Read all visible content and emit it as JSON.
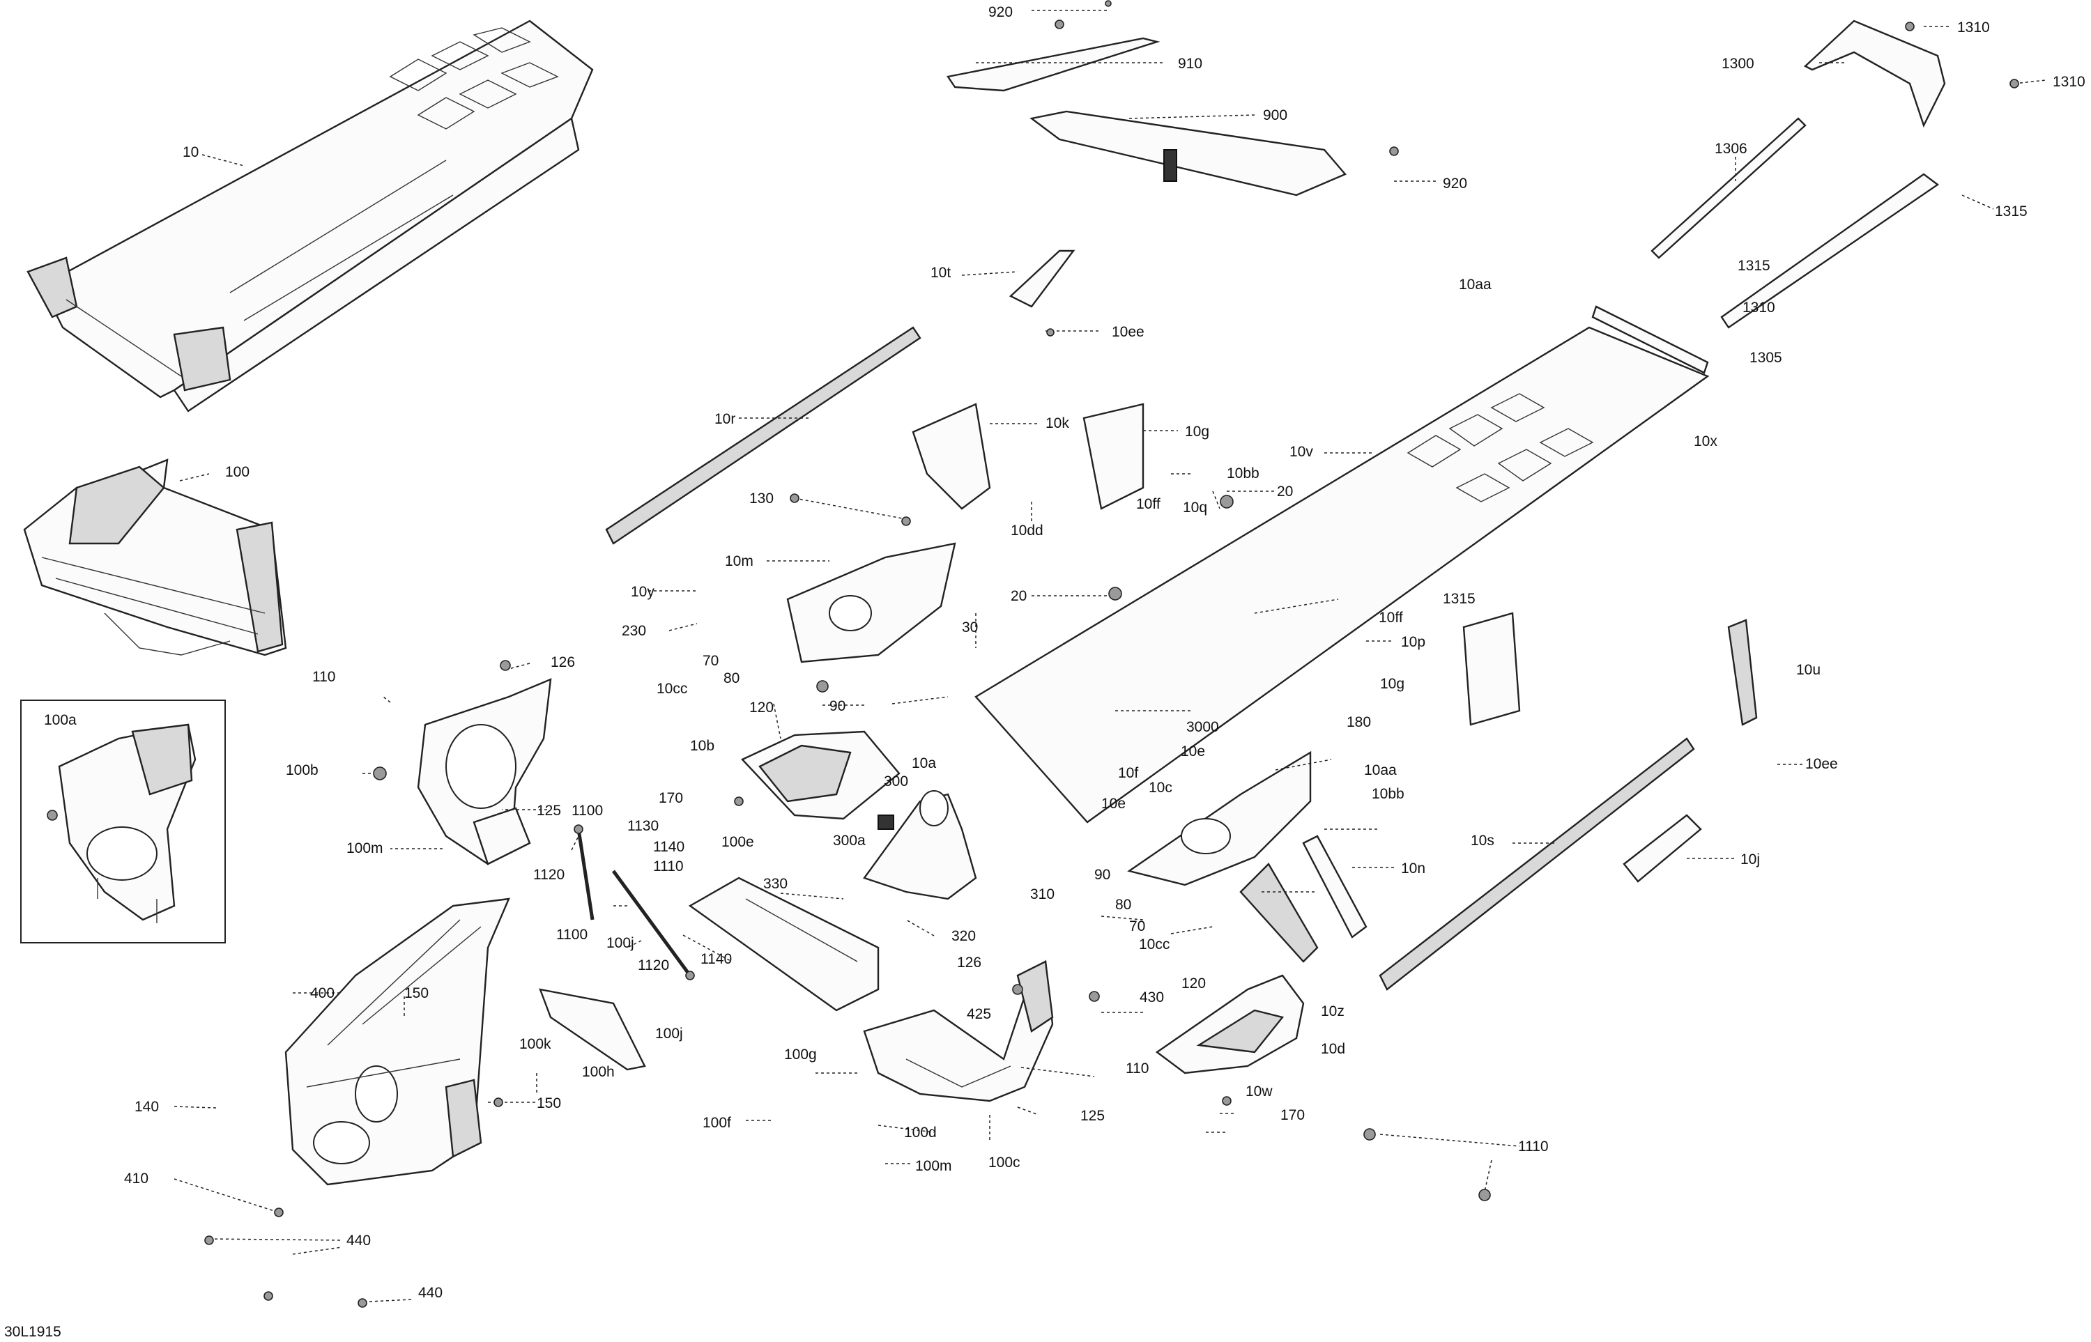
{
  "diagram_code": "30L1915",
  "inset_label": "100a",
  "callouts": {
    "c10": "10",
    "c10a": "10a",
    "c10aa_top": "10aa",
    "c10aa_mid": "10aa",
    "c10b": "10b",
    "c10bb_top": "10bb",
    "c10bb_mid": "10bb",
    "c10c": "10c",
    "c10cc_left": "10cc",
    "c10cc_mid": "10cc",
    "c10d": "10d",
    "c10dd": "10dd",
    "c10e_a": "10e",
    "c10e_b": "10e",
    "c10ee_top": "10ee",
    "c10ee_right": "10ee",
    "c10f": "10f",
    "c10ff_top": "10ff",
    "c10ff_mid": "10ff",
    "c10g_top": "10g",
    "c10g_mid": "10g",
    "c10j": "10j",
    "c10k": "10k",
    "c10m": "10m",
    "c10n": "10n",
    "c10p": "10p",
    "c10q": "10q",
    "c10r": "10r",
    "c10s": "10s",
    "c10t": "10t",
    "c10u": "10u",
    "c10v": "10v",
    "c10w": "10w",
    "c10x": "10x",
    "c10y": "10y",
    "c10z": "10z",
    "c20_top": "20",
    "c20_mid": "20",
    "c30": "30",
    "c70_left": "70",
    "c70_right": "70",
    "c80_left": "80",
    "c80_right": "80",
    "c90_left": "90",
    "c90_right": "90",
    "c100": "100",
    "c100b": "100b",
    "c100c": "100c",
    "c100d": "100d",
    "c100e": "100e",
    "c100f": "100f",
    "c100g": "100g",
    "c100h": "100h",
    "c100j_a": "100j",
    "c100j_b": "100j",
    "c100k": "100k",
    "c100m_left": "100m",
    "c100m_bottom": "100m",
    "c110_left": "110",
    "c110_right": "110",
    "c120_left": "120",
    "c120_right": "120",
    "c125_left": "125",
    "c125_bottom": "125",
    "c126_top": "126",
    "c126_mid": "126",
    "c130": "130",
    "c140": "140",
    "c150_a": "150",
    "c150_b": "150",
    "c170_left": "170",
    "c170_right": "170",
    "c180": "180",
    "c230": "230",
    "c300": "300",
    "c300a": "300a",
    "c310": "310",
    "c320": "320",
    "c330": "330",
    "c400": "400",
    "c410": "410",
    "c425": "425",
    "c430": "430",
    "c440_a": "440",
    "c440_b": "440",
    "c900": "900",
    "c910": "910",
    "c920_top": "920",
    "c920_mid": "920",
    "c1100_a": "1100",
    "c1100_b": "1100",
    "c1110_left": "1110",
    "c1110_right": "1110",
    "c1120_a": "1120",
    "c1120_b": "1120",
    "c1130": "1130",
    "c1140_a": "1140",
    "c1140_b": "1140",
    "c1300": "1300",
    "c1305": "1305",
    "c1306": "1306",
    "c1310_a": "1310",
    "c1310_b": "1310",
    "c1310_c": "1310",
    "c1315_a": "1315",
    "c1315_b": "1315",
    "c1315_c": "1315",
    "c3000": "3000"
  }
}
